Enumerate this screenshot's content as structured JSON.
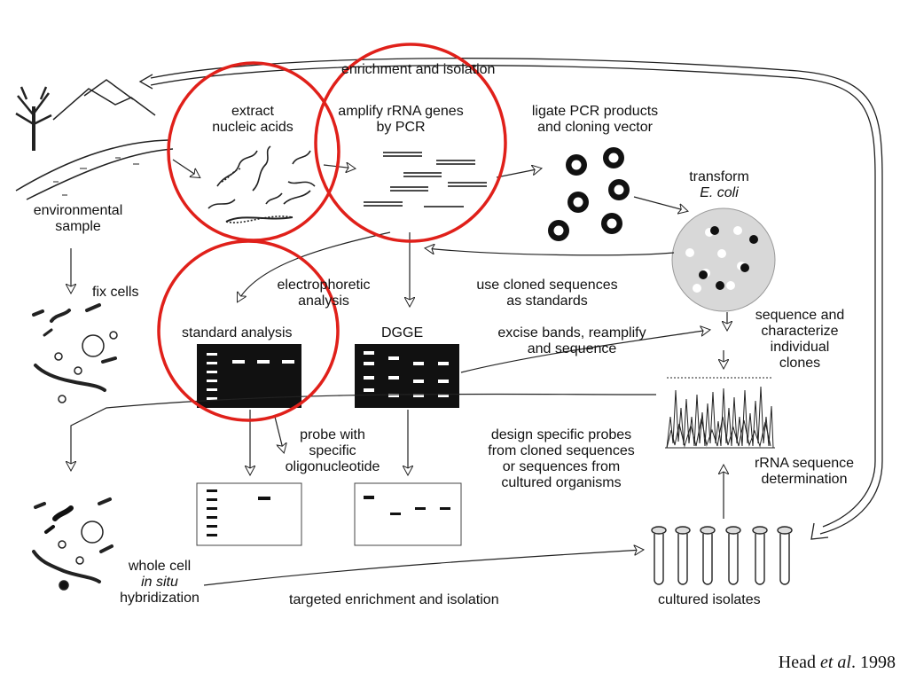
{
  "labels": {
    "enrichment_isolation": "enrichment and isolation",
    "extract_line1": "extract",
    "extract_line2": "nucleic acids",
    "amplify_line1": "amplify rRNA genes",
    "amplify_line2": "by PCR",
    "ligate_line1": "ligate PCR products",
    "ligate_line2": "and cloning vector",
    "transform": "transform",
    "ecoli": "E. coli",
    "env_line1": "environmental",
    "env_line2": "sample",
    "fix_cells": "fix cells",
    "electro_line1": "electrophoretic",
    "electro_line2": "analysis",
    "use_cloned_line1": "use cloned sequences",
    "use_cloned_line2": "as standards",
    "standard_analysis": "standard analysis",
    "dgge": "DGGE",
    "excise_line1": "excise bands, reamplify",
    "excise_line2": "and sequence",
    "seq_char_line1": "sequence and",
    "seq_char_line2": "characterize",
    "seq_char_line3": "individual",
    "seq_char_line4": "clones",
    "probe_line1": "probe with",
    "probe_line2": "specific",
    "probe_line3": "oligonucleotide",
    "design_line1": "design specific probes",
    "design_line2": "from cloned sequences",
    "design_line3": "or sequences from",
    "design_line4": "cultured organisms",
    "rrna_line1": "rRNA sequence",
    "rrna_line2": "determination",
    "whole_line1": "whole cell",
    "whole_line2": "in situ",
    "whole_line3": "hybridization",
    "targeted": "targeted enrichment and isolation",
    "cultured": "cultured isolates"
  },
  "citation": {
    "author": "Head ",
    "etal": "et al",
    "year": ". 1998"
  },
  "colors": {
    "highlight_circle": "#e0201a",
    "ink": "#111111",
    "gel": "#111111"
  }
}
